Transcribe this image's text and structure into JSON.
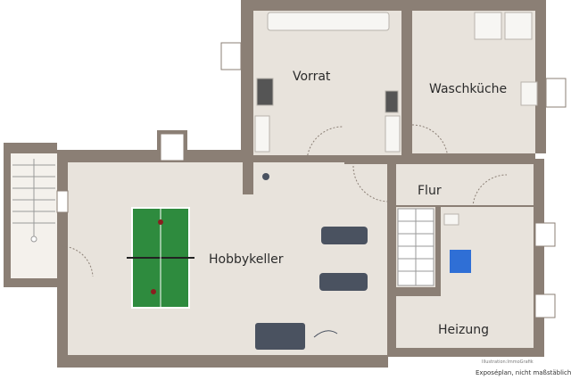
{
  "rooms": {
    "vorrat": "Vorrat",
    "waschkueche": "Waschküche",
    "flur": "Flur",
    "hobbykeller": "Hobbykeller",
    "heizung": "Heizung"
  },
  "footer": {
    "credit": "Illustration:ImmoGrafik",
    "caption": "Exposéplan, nicht maßstäblich"
  },
  "colors": {
    "wall": "#8b7f75",
    "floor": "#e8e3dc",
    "table": "#2e8b3e",
    "boiler": "#2f6fd6"
  }
}
